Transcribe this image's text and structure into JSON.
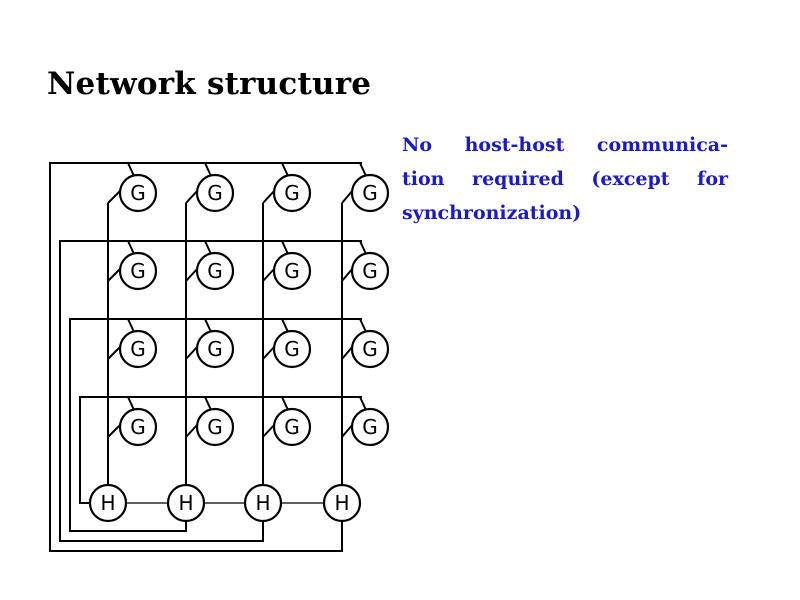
{
  "slide": {
    "title": "Network structure",
    "note_lines": [
      "No host-host communica-",
      "tion required (except for",
      "synchronization)"
    ],
    "note_color": "#1a1ac8"
  },
  "diagram": {
    "rows": 4,
    "cols": 4,
    "gpu_label": "G",
    "host_label": "H",
    "host_count": 4,
    "description": "4x4 grid of GPU nodes; each host connects vertically to its GPU column and via a loop to a GPU row; hosts linked in a chain"
  }
}
